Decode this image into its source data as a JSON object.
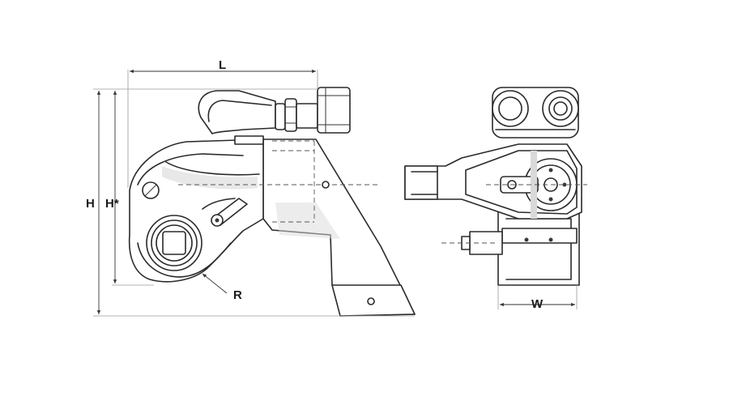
{
  "labels": {
    "L": "L",
    "H": "H",
    "H_star": "H*",
    "R": "R",
    "W": "W"
  },
  "colors": {
    "line": "#2a2a2a",
    "shade": "#d9d9d9",
    "background": "#ffffff"
  }
}
